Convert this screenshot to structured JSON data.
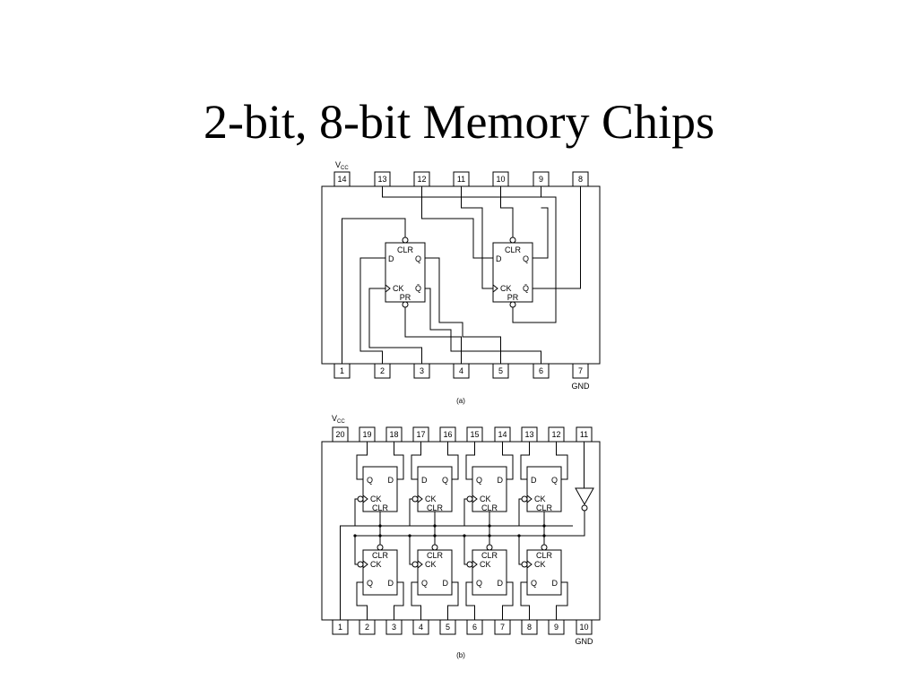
{
  "title": "2-bit, 8-bit Memory Chips",
  "chip_a": {
    "caption": "(a)",
    "vcc": "V",
    "vcc_sub": "CC",
    "gnd": "GND",
    "top_pins": [
      "14",
      "13",
      "12",
      "11",
      "10",
      "9",
      "8"
    ],
    "bottom_pins": [
      "1",
      "2",
      "3",
      "4",
      "5",
      "6",
      "7"
    ],
    "ff_labels": {
      "clr": "CLR",
      "d": "D",
      "q": "Q",
      "ck": "CK",
      "qbar": "Q̄",
      "pr": "PR"
    }
  },
  "chip_b": {
    "caption": "(b)",
    "vcc": "V",
    "vcc_sub": "CC",
    "gnd": "GND",
    "top_pins": [
      "20",
      "19",
      "18",
      "17",
      "16",
      "15",
      "14",
      "13",
      "12",
      "11"
    ],
    "bottom_pins": [
      "1",
      "2",
      "3",
      "4",
      "5",
      "6",
      "7",
      "8",
      "9",
      "10"
    ],
    "ff_labels": {
      "q": "Q",
      "d": "D",
      "ck": "CK",
      "clr": "CLR"
    }
  }
}
